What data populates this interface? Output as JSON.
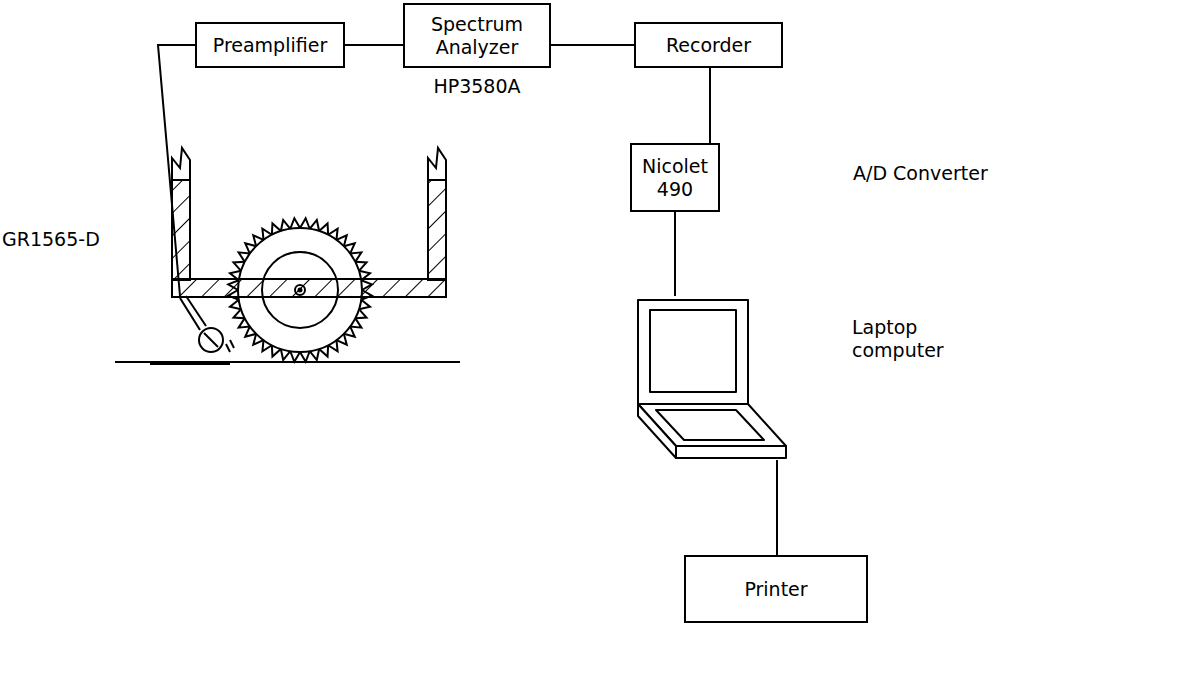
{
  "diagram": {
    "nodes": [
      {
        "text": [
          "Preamplifier"
        ]
      },
      {
        "text": [
          "Spectrum Analyzer",
          "HP3580A"
        ]
      },
      {
        "text": [
          "Recorder"
        ]
      },
      {
        "text": [
          "Nicolet 490"
        ]
      },
      {
        "text": [
          "Laptop computer"
        ]
      },
      {
        "text": [
          "Printer"
        ]
      }
    ],
    "edges": [
      {
        "from": 0,
        "to": 1,
        "arrow": "none"
      },
      {
        "from": 1,
        "to": 2,
        "arrow": "none"
      },
      {
        "from": 2,
        "to": 3,
        "arrow": "none"
      },
      {
        "from": 3,
        "to": 4,
        "arrow": "none"
      },
      {
        "from": 4,
        "to": 5,
        "arrow": "none"
      }
    ],
    "labels": [
      "GR1565-D",
      "A/D Converter"
    ]
  }
}
